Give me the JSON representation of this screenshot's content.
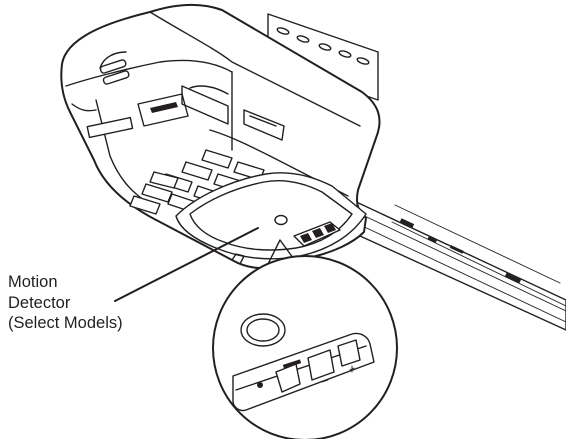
{
  "callout": {
    "lines": [
      "Motion",
      "Detector",
      "(Select Models)"
    ]
  }
}
